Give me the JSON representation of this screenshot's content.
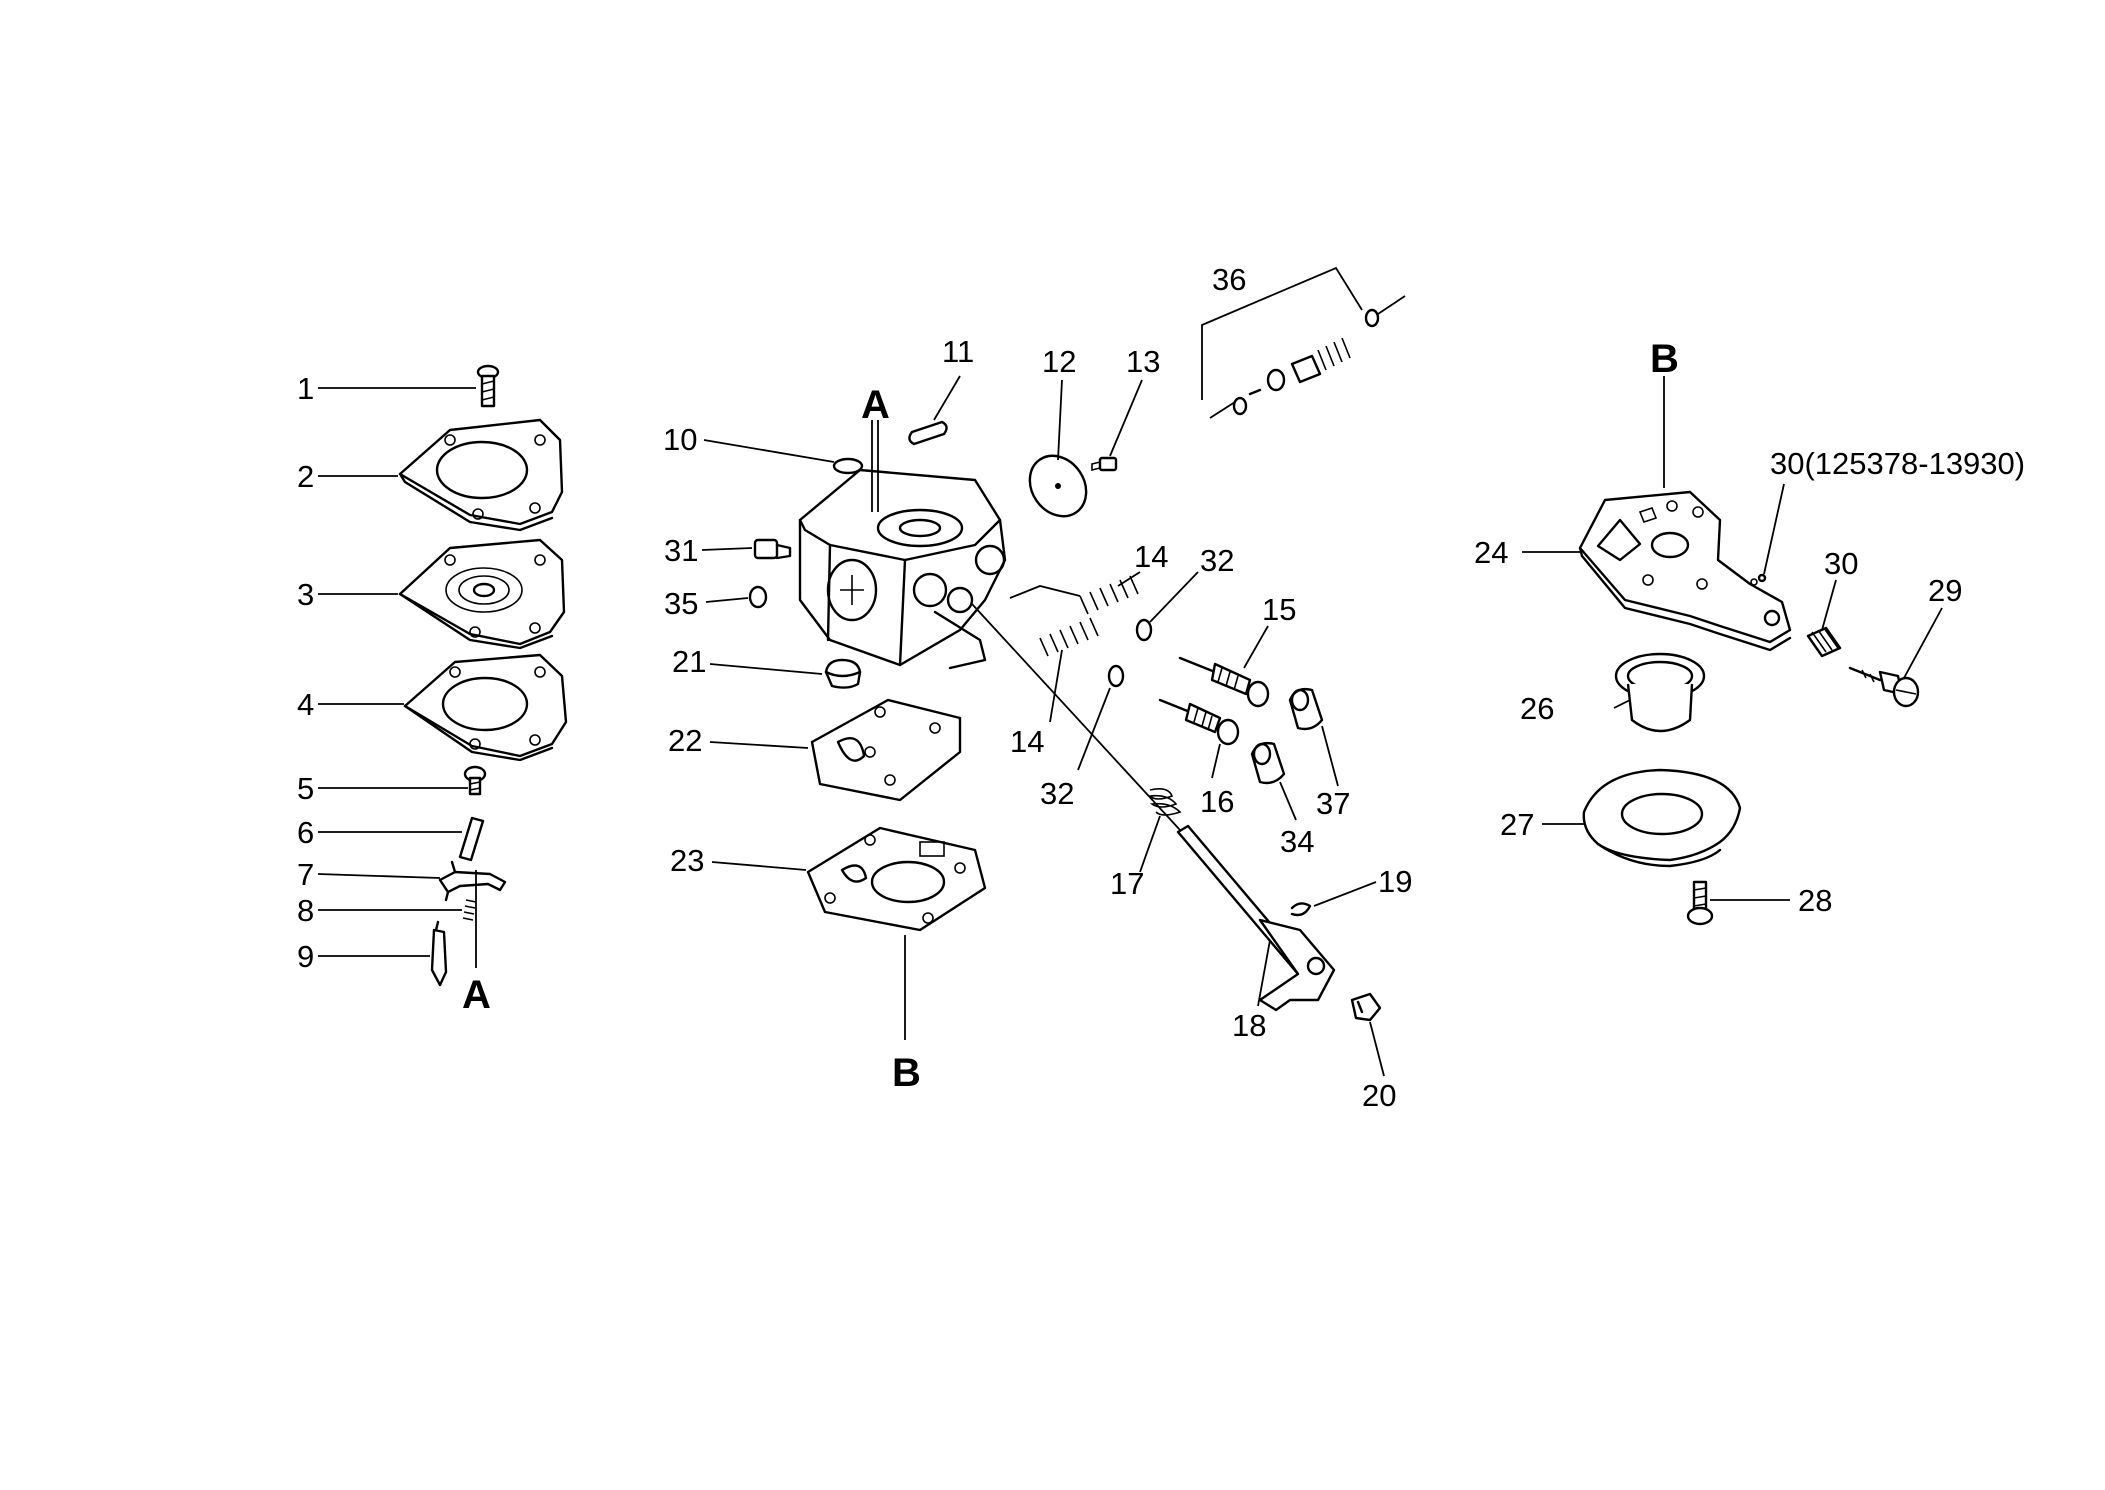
{
  "callouts": {
    "c1": "1",
    "c2": "2",
    "c3": "3",
    "c4": "4",
    "c5": "5",
    "c6": "6",
    "c7": "7",
    "c8": "8",
    "c9": "9",
    "c10": "10",
    "c11": "11",
    "c12": "12",
    "c13": "13",
    "c14a": "14",
    "c14b": "14",
    "c15": "15",
    "c16": "16",
    "c17": "17",
    "c18": "18",
    "c19": "19",
    "c20": "20",
    "c21": "21",
    "c22": "22",
    "c23": "23",
    "c24": "24",
    "c26": "26",
    "c27": "27",
    "c28": "28",
    "c29": "29",
    "c30a": "30(125378-13930)",
    "c30b": "30",
    "c31": "31",
    "c32a": "32",
    "c32b": "32",
    "c34": "34",
    "c35": "35",
    "c36": "36",
    "c37": "37"
  },
  "refs": {
    "a_top": "A",
    "a_bottom": "A",
    "b_left": "B",
    "b_right": "B"
  }
}
